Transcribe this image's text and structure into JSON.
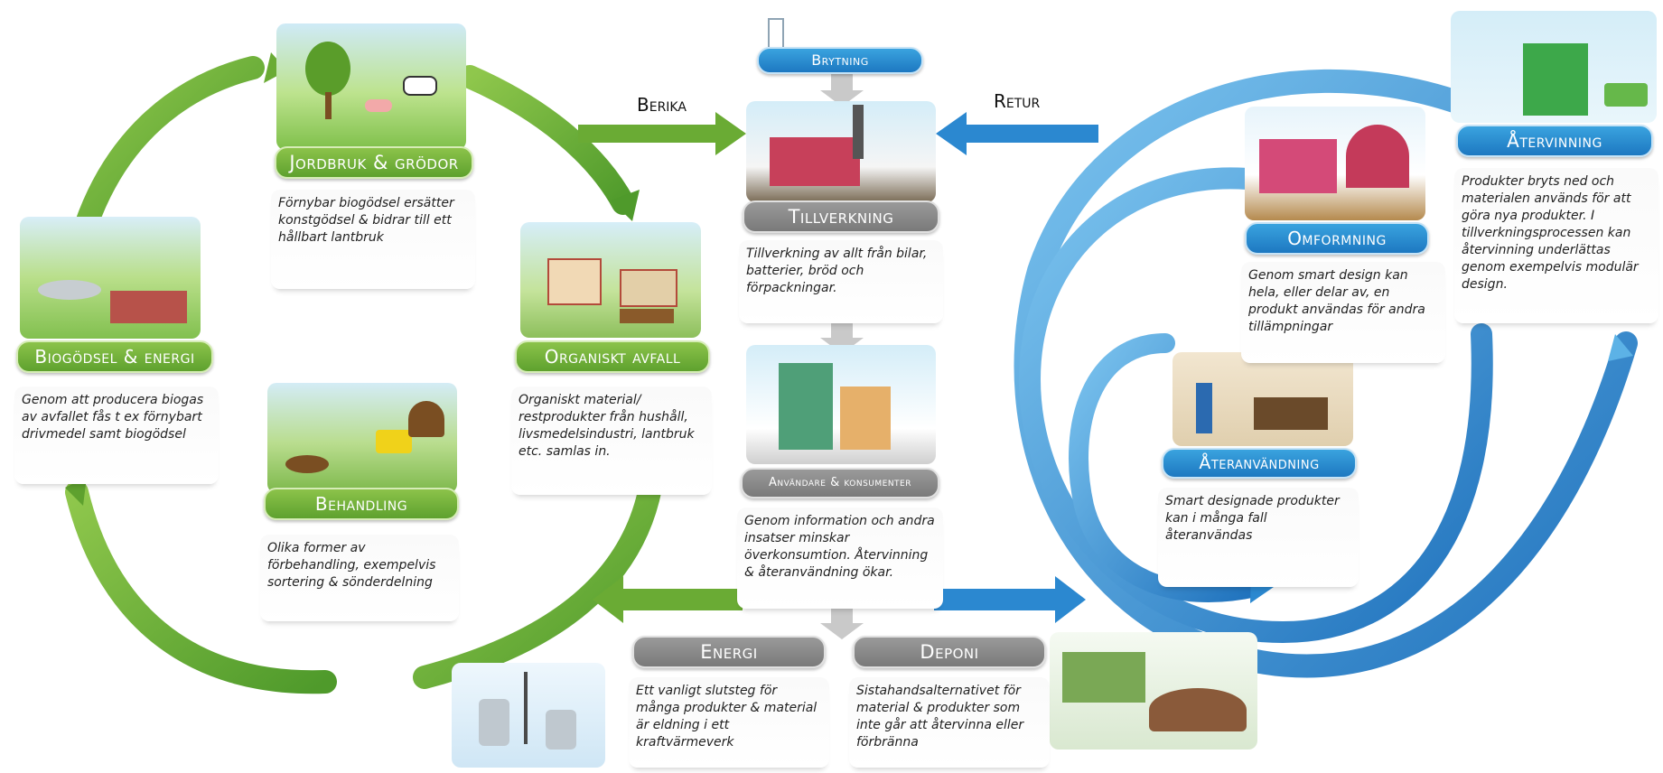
{
  "arrows": {
    "berika": "Berika",
    "retur": "Retur"
  },
  "center": {
    "brytning": "Brytning",
    "tillverkning": {
      "title": "Tillverkning",
      "text": "Tillverkning av allt från bilar, batterier, bröd och förpackningar."
    },
    "anvandare": {
      "title": "Användare & konsumenter",
      "text": "Genom information och andra insatser minskar överkonsumtion. Återvinning & återanvändning ökar."
    },
    "energi": {
      "title": "Energi",
      "text": "Ett vanligt slutsteg för många produkter & material är eldning i ett kraftvärmeverk"
    },
    "deponi": {
      "title": "Deponi",
      "text": "Sistahandsalternativet för material & produkter som inte går att återvinna eller förbränna"
    }
  },
  "green_cycle": {
    "jordbruk": {
      "title": "Jordbruk & grödor",
      "text": "Förnybar biogödsel ersätter konstgödsel & bidrar till ett hållbart lantbruk"
    },
    "biogodsel": {
      "title": "Biogödsel & energi",
      "text": "Genom att producera biogas av avfallet fås t ex förnybart drivmedel samt biogödsel"
    },
    "organiskt": {
      "title": "Organiskt avfall",
      "text": "Organiskt material/ restprodukter från hushåll, livsmedelsindustri, lantbruk etc. samlas in."
    },
    "behandling": {
      "title": "Behandling",
      "text": "Olika former av förbehandling, exempelvis sortering & sönderdelning"
    }
  },
  "blue_cycle": {
    "atervinning": {
      "title": "Återvinning",
      "text": "Produkter bryts ned och materialen används för att göra nya produkter. I tillverkningsprocessen kan återvinning underlättas genom exempelvis modulär design."
    },
    "omformning": {
      "title": "Omformning",
      "text": "Genom smart design kan hela, eller delar av, en produkt användas för andra tillämpningar"
    },
    "ateranvandning": {
      "title": "Återanvändning",
      "text": "Smart designade produkter kan i många fall återanvändas"
    }
  },
  "colors": {
    "green": "#6aab34",
    "blue": "#2b88d0",
    "gray": "#8a8a8a"
  }
}
